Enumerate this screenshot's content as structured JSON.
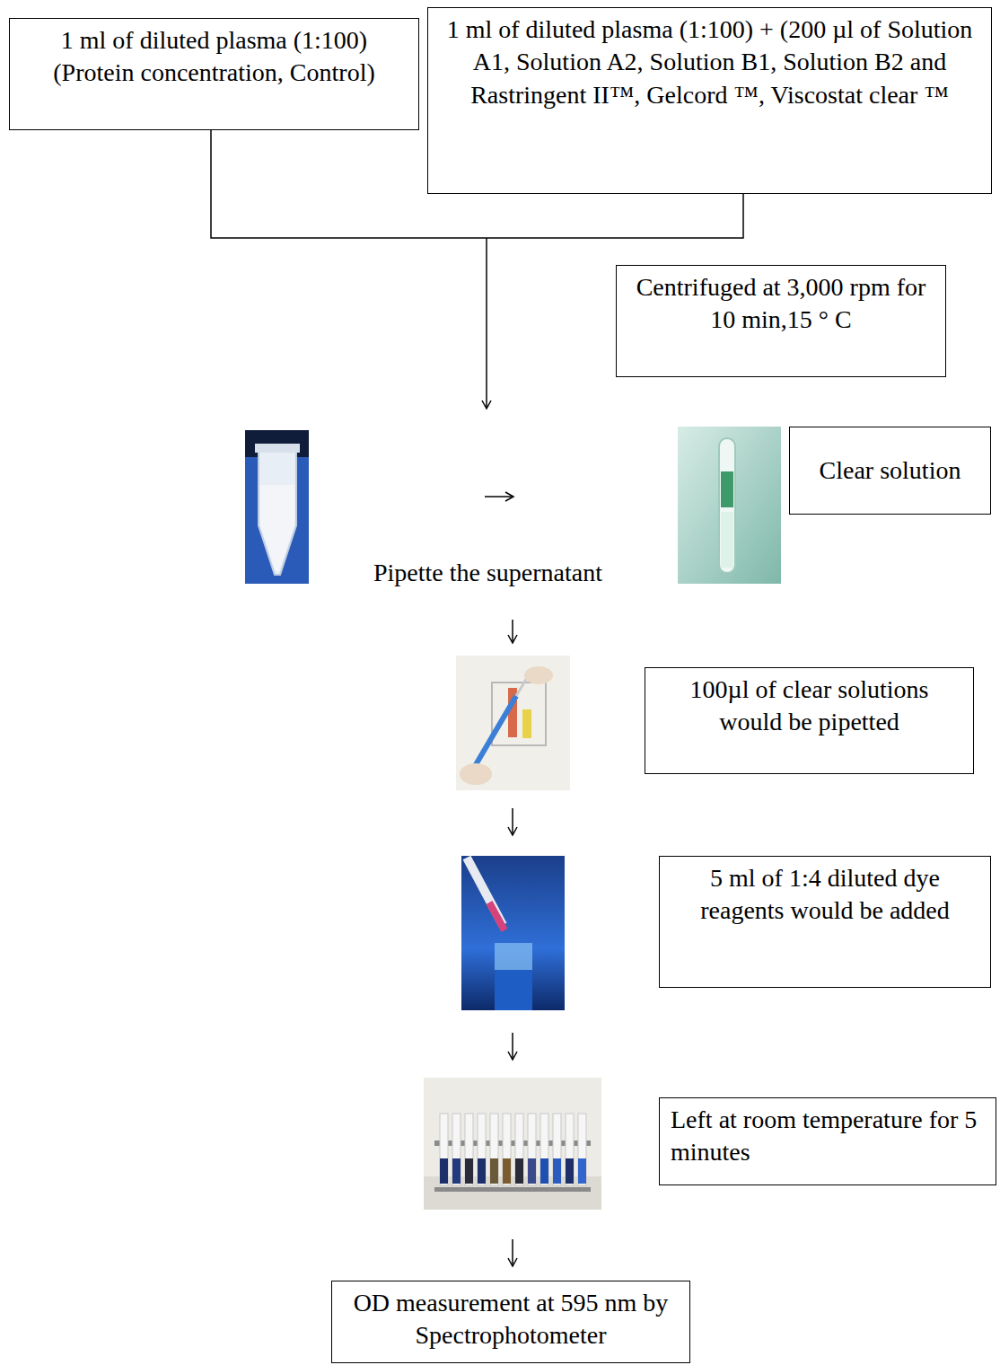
{
  "diagram": {
    "nodes": [
      {
        "text": [
          "1 ml of diluted plasma (1:100) (Protein concentration, Control)"
        ]
      },
      {
        "text": [
          "1 ml of diluted plasma (1:100) + (200 µl of Solution A1, Solution A2, Solution B1, Solution B2 and Rastringent II™, Gelcord ™, Viscostat clear ™"
        ]
      },
      {
        "text": [
          "Centrifuged at 3,000 rpm for 10 min,15 ° C"
        ]
      },
      {
        "text": [
          "Clear solution"
        ]
      },
      {
        "text": [
          "100µl of clear solutions would be pipetted"
        ]
      },
      {
        "text": [
          "5 ml of 1:4 diluted dye reagents would be added"
        ]
      },
      {
        "text": [
          "Left at room temperature for 5 minutes"
        ]
      },
      {
        "text": [
          "OD measurement at 595 nm by Spectrophotometer"
        ]
      }
    ],
    "edges": [
      {
        "from": 0,
        "to": 1,
        "arrow": "none"
      }
    ],
    "labels": [
      "Pipette the supernatant"
    ]
  }
}
